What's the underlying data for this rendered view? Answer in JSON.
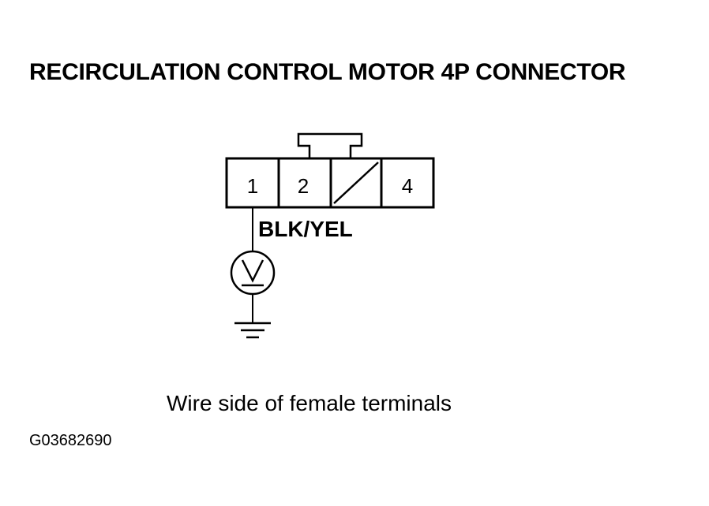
{
  "title": "RECIRCULATION CONTROL MOTOR 4P CONNECTOR",
  "connector": {
    "cavities": [
      {
        "label": "1",
        "state": "pin"
      },
      {
        "label": "2",
        "state": "pin"
      },
      {
        "label": "",
        "state": "empty"
      },
      {
        "label": "4",
        "state": "pin"
      }
    ]
  },
  "wire_color": "BLK/YEL",
  "meter": {
    "symbol": "V"
  },
  "caption": "Wire side of female terminals",
  "reference_code": "G03682690"
}
